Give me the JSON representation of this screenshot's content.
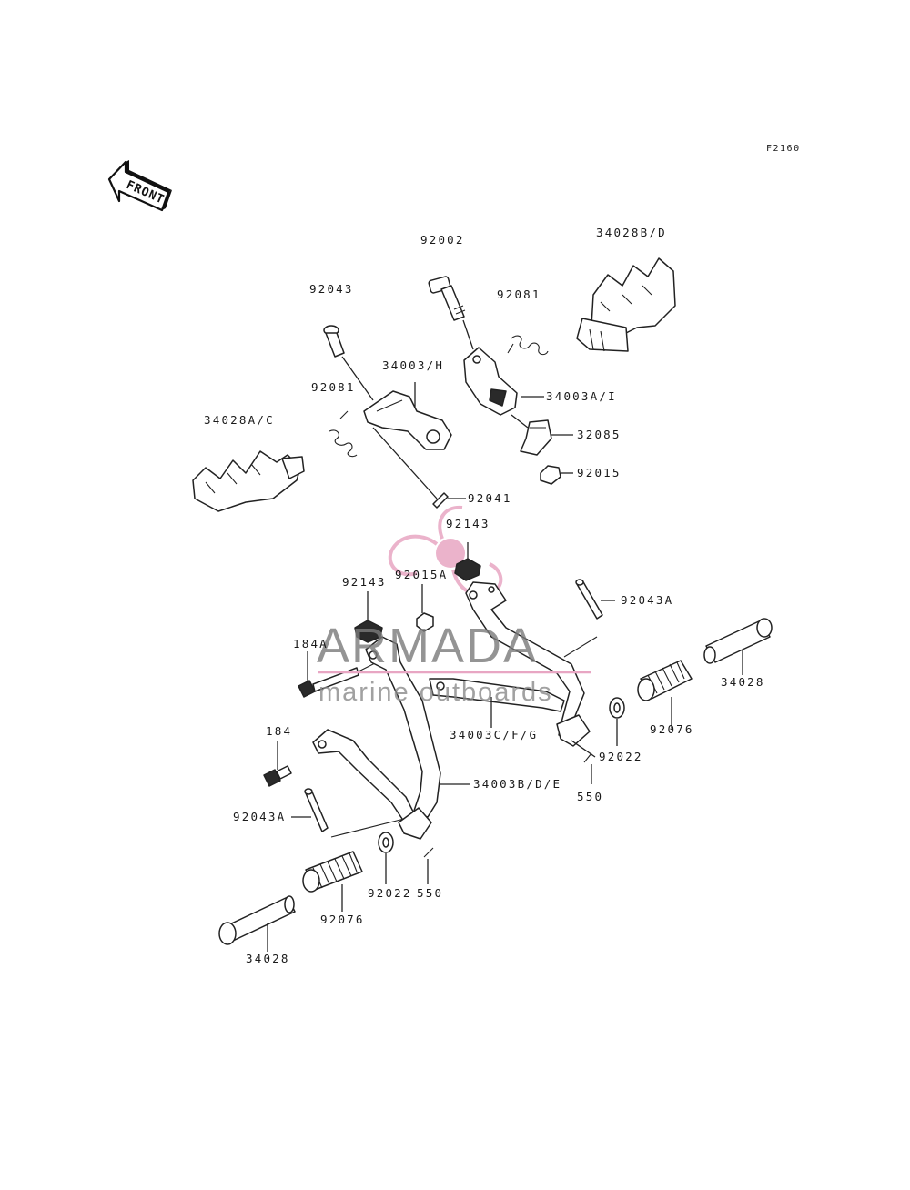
{
  "diagram": {
    "figure_code": "F2160",
    "front_label": "FRONT",
    "parts": [
      {
        "id": "p-92002",
        "label": "92002"
      },
      {
        "id": "p-34028bd",
        "label": "34028B/D"
      },
      {
        "id": "p-92043",
        "label": "92043"
      },
      {
        "id": "p-92081-right",
        "label": "92081"
      },
      {
        "id": "p-34003h",
        "label": "34003/H"
      },
      {
        "id": "p-34003ai",
        "label": "34003A/I"
      },
      {
        "id": "p-92081-left",
        "label": "92081"
      },
      {
        "id": "p-34028ac",
        "label": "34028A/C"
      },
      {
        "id": "p-32085",
        "label": "32085"
      },
      {
        "id": "p-92015",
        "label": "92015"
      },
      {
        "id": "p-92041",
        "label": "92041"
      },
      {
        "id": "p-92143-top",
        "label": "92143"
      },
      {
        "id": "p-92143-left",
        "label": "92143"
      },
      {
        "id": "p-92015a",
        "label": "92015A"
      },
      {
        "id": "p-92043a-right",
        "label": "92043A"
      },
      {
        "id": "p-184a",
        "label": "184A"
      },
      {
        "id": "p-34028-right",
        "label": "34028"
      },
      {
        "id": "p-92076-right",
        "label": "92076"
      },
      {
        "id": "p-34003cfg",
        "label": "34003C/F/G"
      },
      {
        "id": "p-92022-right",
        "label": "92022"
      },
      {
        "id": "p-184",
        "label": "184"
      },
      {
        "id": "p-550-right",
        "label": "550"
      },
      {
        "id": "p-34003bde",
        "label": "34003B/D/E"
      },
      {
        "id": "p-92043a-left",
        "label": "92043A"
      },
      {
        "id": "p-92022-left",
        "label": "92022"
      },
      {
        "id": "p-550-left",
        "label": "550"
      },
      {
        "id": "p-92076-left",
        "label": "92076"
      },
      {
        "id": "p-34028-left",
        "label": "34028"
      }
    ]
  },
  "watermark": {
    "title": "ARMADA",
    "subtitle": "marine outboards",
    "logo_color": "#e8a6c3",
    "line_color": "#e8a6c3"
  }
}
